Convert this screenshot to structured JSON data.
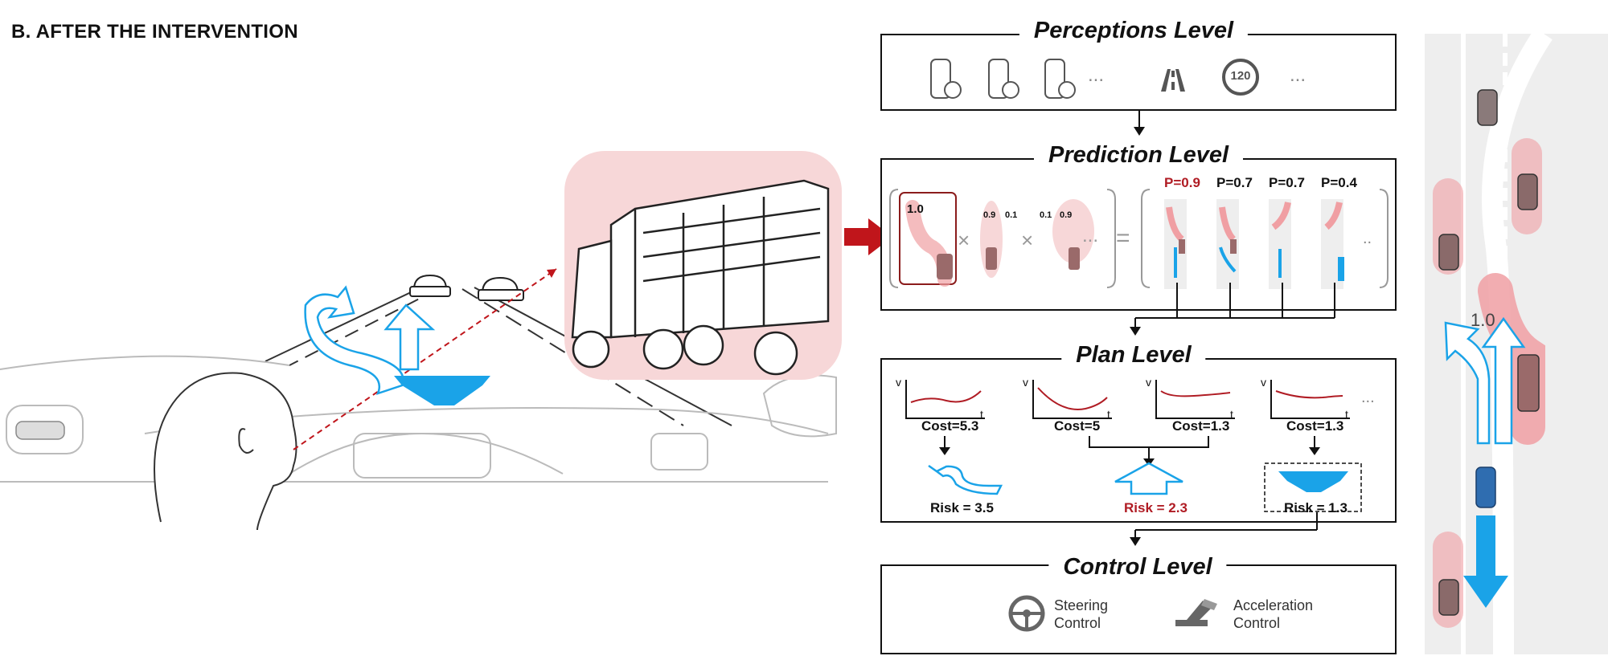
{
  "section_title": "B. AFTER THE INTERVENTION",
  "perception": {
    "title": "Perceptions Level",
    "ellipsis_1": "...",
    "speed_limit": "120",
    "ellipsis_2": "..."
  },
  "prediction": {
    "title": "Prediction Level",
    "box_prob": "1.0",
    "lane_a_left": "0.9",
    "lane_a_right": "0.1",
    "lane_b_left": "0.1",
    "lane_b_right": "0.9",
    "times_1": "×",
    "times_2": "×",
    "ellipsis": "...",
    "equals": "=",
    "probs": [
      "P=0.9",
      "P=0.7",
      "P=0.7",
      "P=0.4"
    ],
    "ellipsis_right": ".."
  },
  "plan": {
    "title": "Plan Level",
    "v_label": "v",
    "t_label": "t",
    "costs": [
      "Cost=5.3",
      "Cost=5",
      "Cost=1.3",
      "Cost=1.3"
    ],
    "ellipsis": "...",
    "risks": [
      "Risk = 3.5",
      "Risk = 2.3",
      "Risk = 1.3"
    ]
  },
  "control": {
    "title": "Control Level",
    "steering_line1": "Steering",
    "steering_line2": "Control",
    "accel_line1": "Acceleration",
    "accel_line2": "Control"
  },
  "road": {
    "prob_label": "1.0"
  },
  "colors": {
    "accent_blue": "#1aa3e8",
    "accent_red": "#c0151b",
    "risk_red": "#b01c24",
    "pink_soft": "#f7d7d8",
    "trajectory_pink": "#f09fa3"
  }
}
